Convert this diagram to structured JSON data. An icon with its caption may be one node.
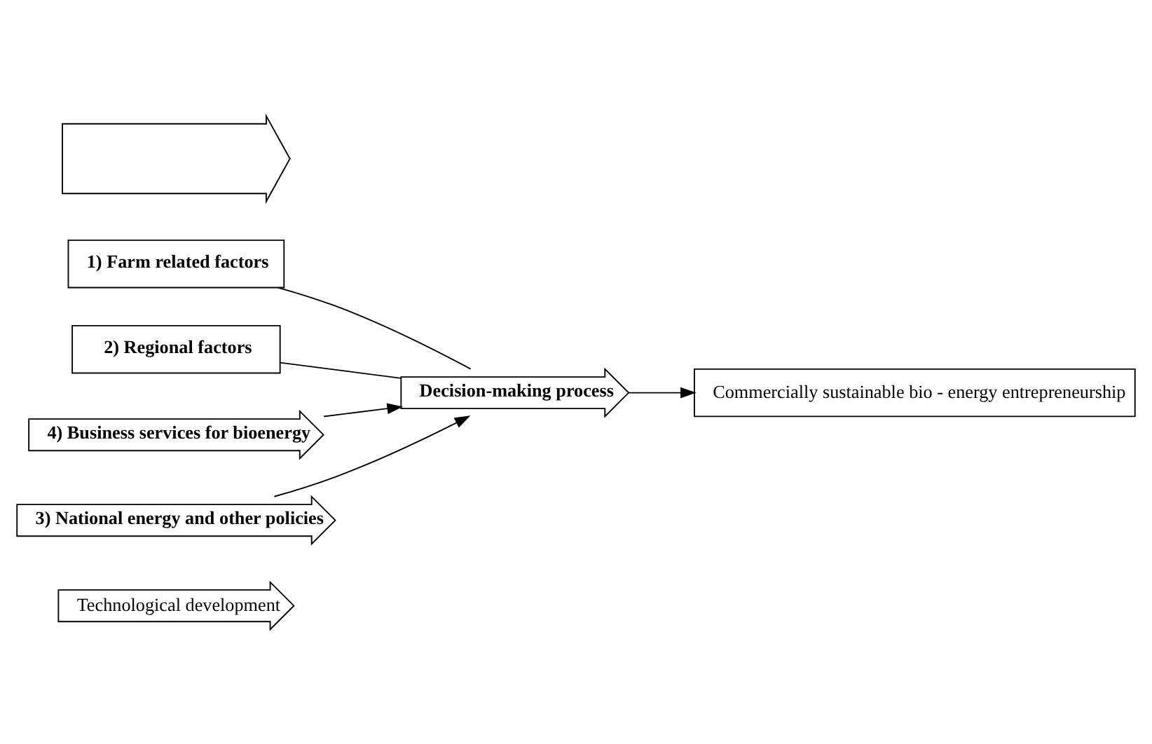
{
  "diagram": {
    "nodes": [
      {
        "text": [
          "Technological development"
        ]
      },
      {
        "text": [
          "1) Farm related factors"
        ]
      },
      {
        "text": [
          "2) Regional factors"
        ]
      },
      {
        "text": [
          "Decision-making process"
        ]
      },
      {
        "text": [
          "4) Business services for bioenergy"
        ]
      },
      {
        "text": [
          "3) National energy and other policies"
        ]
      },
      {
        "text": [
          "Commercially sustainable bio - energy entrepreneurship"
        ]
      },
      {
        "text": [],
        "shape": "arrow"
      }
    ],
    "edges": [
      {
        "from": 1,
        "to": 3,
        "arrow": "none"
      },
      {
        "from": 2,
        "to": 3,
        "arrow": "none"
      },
      {
        "from": 4,
        "to": 3,
        "arrow": "to"
      },
      {
        "from": 5,
        "to": 3,
        "arrow": "to"
      },
      {
        "from": 3,
        "to": 6,
        "arrow": "to"
      }
    ]
  }
}
